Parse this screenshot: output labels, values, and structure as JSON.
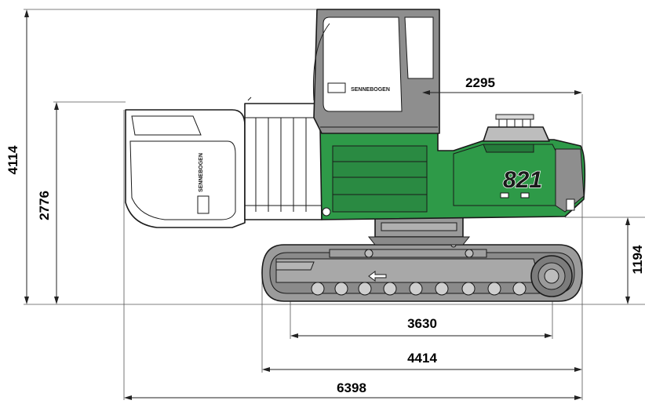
{
  "dimensions": {
    "overall_height": "4114",
    "cabin_height": "2776",
    "tail_radius": "2295",
    "track_height": "1194",
    "tumbler_distance": "3630",
    "track_length": "4414",
    "overall_length": "6398"
  },
  "machine": {
    "model_number": "821",
    "brand_cab": "SENNEBOGEN",
    "brand_door": "SENNEBOGEN"
  },
  "colors": {
    "body_green": "#2e9a48",
    "body_green_dark": "#247a3a",
    "cab_grey": "#8e8e8e",
    "track_grey": "#9b9b9b",
    "line": "#1a1a1a"
  }
}
